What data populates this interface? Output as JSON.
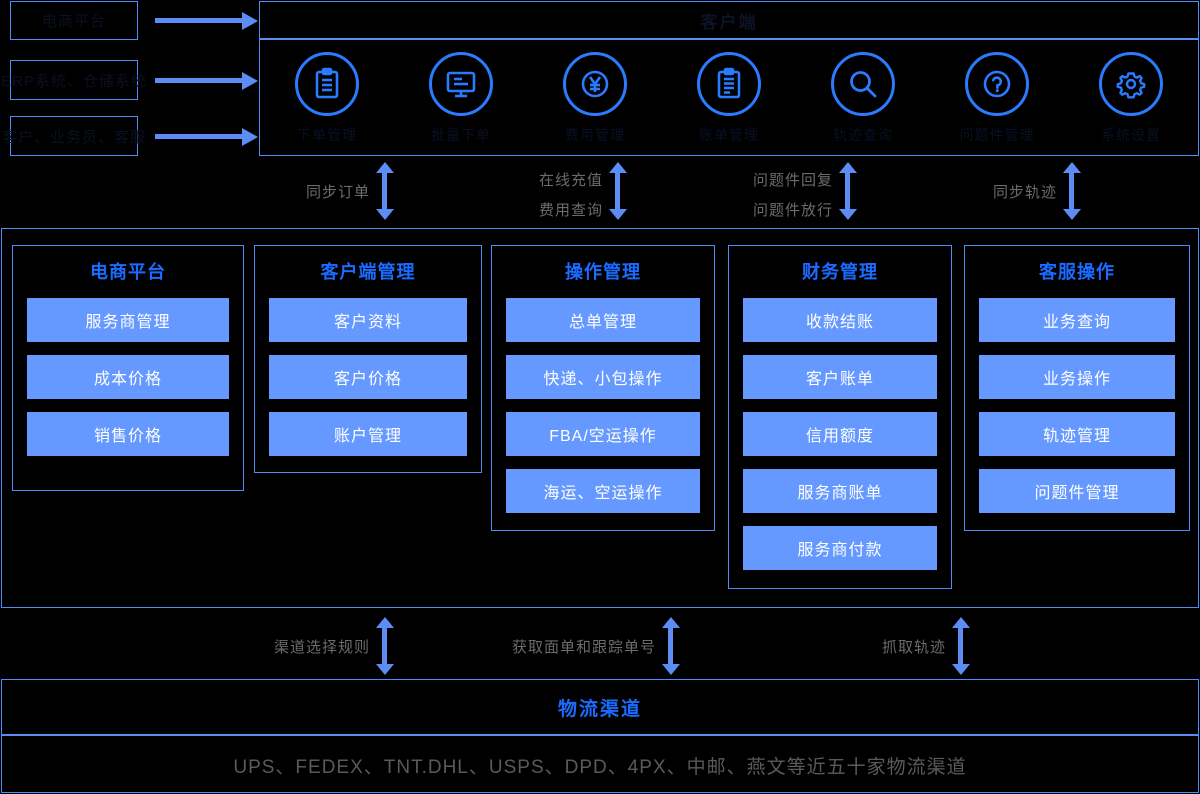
{
  "sources": [
    {
      "label": "电商平台"
    },
    {
      "label": "ERP系统、仓储系统"
    },
    {
      "label": "客户、业务员、客服"
    }
  ],
  "system_panel": {
    "title": "客户端",
    "icons": [
      {
        "icon": "clipboard-icon",
        "label": "下单管理"
      },
      {
        "icon": "monitor-icon",
        "label": "批量下单"
      },
      {
        "icon": "yen-currency-icon",
        "label": "费用管理"
      },
      {
        "icon": "clipboard-list-icon",
        "label": "账单管理"
      },
      {
        "icon": "search-icon",
        "label": "轨迹查询"
      },
      {
        "icon": "question-mark-icon",
        "label": "问题件管理"
      },
      {
        "icon": "gear-icon",
        "label": "系统设置"
      }
    ]
  },
  "upper_connectors": [
    {
      "lines": [
        "同步订单"
      ]
    },
    {
      "lines": [
        "在线充值",
        "费用查询"
      ]
    },
    {
      "lines": [
        "问题件回复",
        "问题件放行"
      ]
    },
    {
      "lines": [
        "同步轨迹"
      ]
    }
  ],
  "modules": [
    {
      "title": "电商平台",
      "items": [
        "服务商管理",
        "成本价格",
        "销售价格"
      ]
    },
    {
      "title": "客户端管理",
      "items": [
        "客户资料",
        "客户价格",
        "账户管理"
      ]
    },
    {
      "title": "操作管理",
      "items": [
        "总单管理",
        "快递、小包操作",
        "FBA/空运操作",
        "海运、空运操作"
      ]
    },
    {
      "title": "财务管理",
      "items": [
        "收款结账",
        "客户账单",
        "信用额度",
        "服务商账单",
        "服务商付款"
      ]
    },
    {
      "title": "客服操作",
      "items": [
        "业务查询",
        "业务操作",
        "轨迹管理",
        "问题件管理"
      ]
    }
  ],
  "lower_connectors": [
    {
      "lines": [
        "渠道选择规则"
      ]
    },
    {
      "lines": [
        "获取面单和跟踪单号"
      ]
    },
    {
      "lines": [
        "抓取轨迹"
      ]
    }
  ],
  "channel_panel": {
    "title": "物流渠道",
    "list": "UPS、FEDEX、TNT.DHL、USPS、DPD、4PX、中邮、燕文等近五十家物流渠道"
  },
  "colors": {
    "background": "#000000",
    "border_blue": "#4f8cf7",
    "arrow_blue": "#5b8df5",
    "icon_blue": "#2a7bff",
    "title_blue": "#1a6bff",
    "chip_blue": "#6699ff",
    "chip_text": "#ffffff",
    "gray_label": "#6b6b6b",
    "dark_text": "#0b1020"
  }
}
